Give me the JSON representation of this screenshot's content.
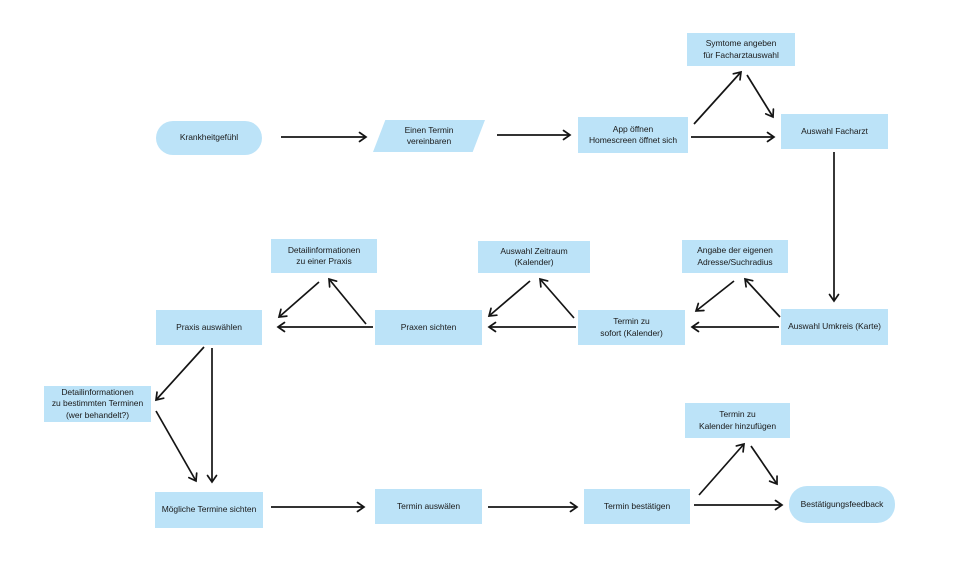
{
  "diagram": {
    "type": "flowchart",
    "language": "de",
    "colors": {
      "node_fill": "#BCE3F8",
      "text": "#1B1B1B",
      "arrow": "#141414",
      "background": "#FFFFFF"
    },
    "nodes": {
      "krankheitgefuehl": {
        "label": "Krankheitgefühl",
        "shape": "pill"
      },
      "einen_termin": {
        "label": "Einen Termin\nvereinbaren",
        "shape": "parallelogram"
      },
      "app_oeffnen": {
        "label": "App öffnen\nHomescreen öffnet sich",
        "shape": "rect"
      },
      "symtome": {
        "label": "Symtome angeben\nfür Facharztauswahl",
        "shape": "rect"
      },
      "auswahl_facharzt": {
        "label": "Auswahl Facharzt",
        "shape": "rect"
      },
      "detail_praxis": {
        "label": "Detailinformationen\nzu einer Praxis",
        "shape": "rect"
      },
      "praxis_auswaehlen": {
        "label": "Praxis auswählen",
        "shape": "rect"
      },
      "praxen_sichten": {
        "label": "Praxen sichten",
        "shape": "rect"
      },
      "auswahl_zeitraum": {
        "label": "Auswahl Zeitraum (Kalender)",
        "shape": "rect"
      },
      "termin_sofort": {
        "label": "Termin zu\nsofort (Kalender)",
        "shape": "rect"
      },
      "angabe_adresse": {
        "label": "Angabe der eigenen\nAdresse/Suchradius",
        "shape": "rect"
      },
      "auswahl_umkreis": {
        "label": "Auswahl Umkreis (Karte)",
        "shape": "rect"
      },
      "detail_termine": {
        "label": "Detailinformationen\nzu bestimmten Terminen\n(wer behandelt?)",
        "shape": "rect"
      },
      "moegliche_termine": {
        "label": "Mögliche Termine sichten",
        "shape": "rect"
      },
      "termin_auswaelen": {
        "label": "Termin auswälen",
        "shape": "rect"
      },
      "termin_bestaetigen": {
        "label": "Termin bestätigen",
        "shape": "rect"
      },
      "termin_kalender": {
        "label": "Termin zu\nKalender hinzufügen",
        "shape": "rect"
      },
      "bestaetigungsfeedback": {
        "label": "Bestätigungsfeedback",
        "shape": "pill"
      }
    },
    "edges": [
      {
        "from": "krankheitgefuehl",
        "to": "einen_termin"
      },
      {
        "from": "einen_termin",
        "to": "app_oeffnen"
      },
      {
        "from": "app_oeffnen",
        "to": "auswahl_facharzt"
      },
      {
        "from": "app_oeffnen",
        "to": "symtome"
      },
      {
        "from": "symtome",
        "to": "auswahl_facharzt"
      },
      {
        "from": "auswahl_facharzt",
        "to": "auswahl_umkreis"
      },
      {
        "from": "auswahl_umkreis",
        "to": "termin_sofort"
      },
      {
        "from": "auswahl_umkreis",
        "to": "angabe_adresse"
      },
      {
        "from": "angabe_adresse",
        "to": "termin_sofort"
      },
      {
        "from": "termin_sofort",
        "to": "praxen_sichten"
      },
      {
        "from": "termin_sofort",
        "to": "auswahl_zeitraum"
      },
      {
        "from": "auswahl_zeitraum",
        "to": "praxen_sichten"
      },
      {
        "from": "praxen_sichten",
        "to": "praxis_auswaehlen"
      },
      {
        "from": "praxen_sichten",
        "to": "detail_praxis"
      },
      {
        "from": "detail_praxis",
        "to": "praxis_auswaehlen"
      },
      {
        "from": "praxis_auswaehlen",
        "to": "detail_termine"
      },
      {
        "from": "detail_termine",
        "to": "moegliche_termine"
      },
      {
        "from": "praxis_auswaehlen",
        "to": "moegliche_termine"
      },
      {
        "from": "moegliche_termine",
        "to": "termin_auswaelen"
      },
      {
        "from": "termin_auswaelen",
        "to": "termin_bestaetigen"
      },
      {
        "from": "termin_bestaetigen",
        "to": "bestaetigungsfeedback"
      },
      {
        "from": "termin_bestaetigen",
        "to": "termin_kalender"
      },
      {
        "from": "termin_kalender",
        "to": "bestaetigungsfeedback"
      }
    ]
  }
}
